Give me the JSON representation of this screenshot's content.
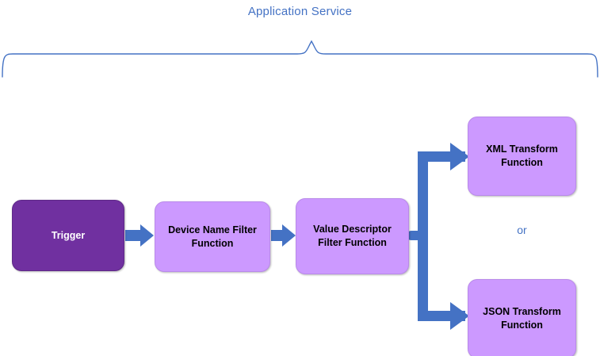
{
  "diagram": {
    "title": "Application Service",
    "colors": {
      "accent_blue": "#4472C4",
      "node_dark_purple": "#7030A0",
      "node_light_purple": "#CC99FF",
      "background": "#FFFFFF"
    },
    "nodes": [
      {
        "id": "trigger",
        "label": "Trigger",
        "style": "dark"
      },
      {
        "id": "device_filter",
        "label": "Device Name Filter Function",
        "style": "light"
      },
      {
        "id": "value_filter",
        "label": "Value Descriptor Filter Function",
        "style": "light"
      },
      {
        "id": "xml_transform",
        "label": "XML Transform Function",
        "style": "light"
      },
      {
        "id": "json_transform",
        "label": "JSON Transform Function",
        "style": "light"
      }
    ],
    "branch_label": "or",
    "connectors": [
      {
        "from": "trigger",
        "to": "device_filter",
        "type": "arrow"
      },
      {
        "from": "device_filter",
        "to": "value_filter",
        "type": "arrow"
      },
      {
        "from": "value_filter",
        "to": "xml_transform",
        "type": "branch-arrow"
      },
      {
        "from": "value_filter",
        "to": "json_transform",
        "type": "branch-arrow"
      }
    ],
    "brace": {
      "orientation": "horizontal",
      "points_up": true,
      "label": "Application Service"
    }
  }
}
